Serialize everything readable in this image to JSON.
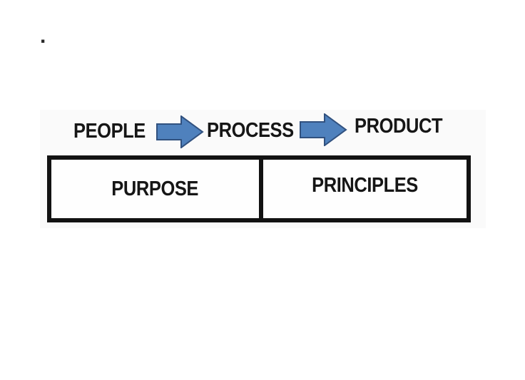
{
  "diagram": {
    "title_implied": "3P flow over foundation",
    "stray_mark": ".",
    "flow": {
      "items": [
        {
          "label": "PEOPLE"
        },
        {
          "label": "PROCESS"
        },
        {
          "label": "PRODUCT"
        }
      ],
      "connector": "right-block-arrow"
    },
    "foundation": {
      "cells": [
        {
          "label": "PURPOSE"
        },
        {
          "label": "PRINCIPLES"
        }
      ]
    }
  },
  "colors": {
    "arrow_fill": "#4f81bd",
    "arrow_stroke": "#31517f",
    "box_border": "#121212",
    "text": "#161616",
    "backdrop": "#fafafa"
  }
}
